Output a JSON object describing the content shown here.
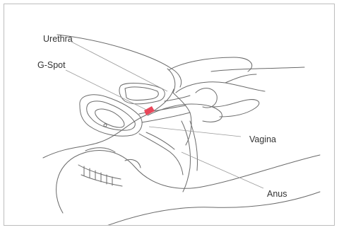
{
  "diagram": {
    "labels": {
      "urethra": "Urethra",
      "g_spot": "G-Spot",
      "vagina": "Vagina",
      "anus": "Anus"
    },
    "colors": {
      "outline": "#6a6a6a",
      "leader": "#9a9a9a",
      "highlight": "#e8475a",
      "text": "#333333",
      "border": "#bdbdbd"
    }
  }
}
